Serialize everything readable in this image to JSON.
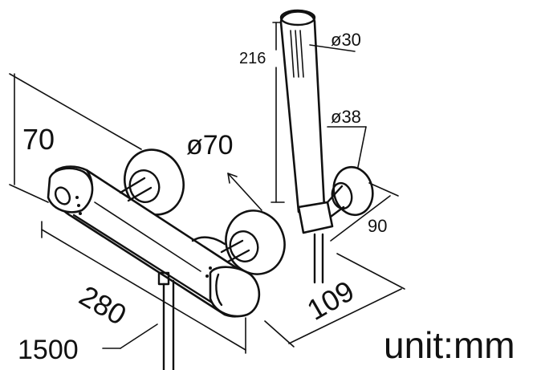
{
  "drawing": {
    "dimensions": {
      "height": "70",
      "width": "280",
      "hose": "1500",
      "outlet_diameter": "ø70",
      "hand_shower_length": "216",
      "hand_shower_diameter": "ø30",
      "holder_diameter": "ø38",
      "holder_projection": "90",
      "depth": "109"
    },
    "unit_note": "unit:mm"
  }
}
